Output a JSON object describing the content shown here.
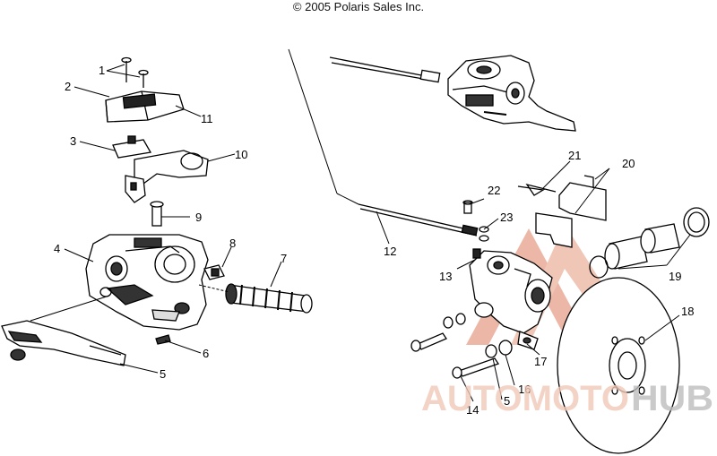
{
  "copyright": "© 2005 Polaris Sales Inc.",
  "callouts": {
    "c1": "1",
    "c2": "2",
    "c3": "3",
    "c4": "4",
    "c5": "5",
    "c5b": "5",
    "c6": "6",
    "c7": "7",
    "c8": "8",
    "c9": "9",
    "c10": "10",
    "c11": "11",
    "c12": "12",
    "c13": "13",
    "c14": "14",
    "c16": "16",
    "c17": "17",
    "c18": "18",
    "c19": "19",
    "c20": "20",
    "c21": "21",
    "c22": "22",
    "c23": "23"
  },
  "watermark": {
    "part1": "AUTOMOTO",
    "part2": "HUB",
    "color_main": "#f1c9b8",
    "color_accent": "#e8a08a",
    "color_dark": "#bdbdbd"
  }
}
